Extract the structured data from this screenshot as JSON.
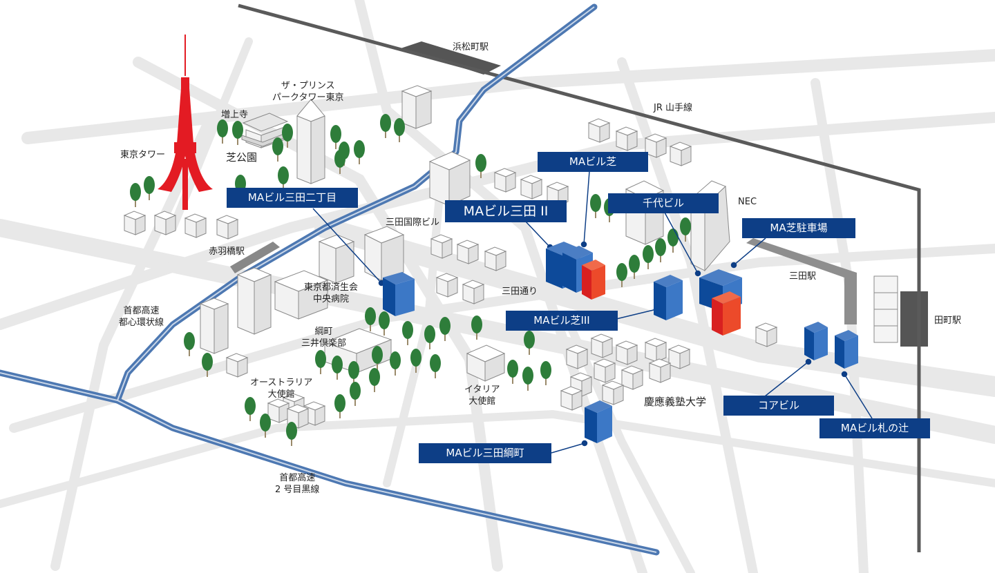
{
  "colors": {
    "road": "#e8e8e8",
    "expressway": "#4d78b2",
    "rail": "#555555",
    "tower": "#e31b23",
    "ma_building": "#0d4a9a",
    "ma_building_new": "#e0252a",
    "tag": "#0d3e86",
    "tree": "#2e7d3a"
  },
  "places": {
    "hamamatsucho_station": "浜松町駅",
    "jr_yamanote": "JR 山手線",
    "prince_park_tower": "ザ・プリンス\nパークタワー東京",
    "zojoji": "増上寺",
    "shiba_park": "芝公園",
    "tokyo_tower": "東京タワー",
    "akabanebashi_station": "赤羽橋駅",
    "mita_kokusai": "三田国際ビル",
    "nec": "NEC",
    "saiseikai_hospital": "東京都済生会\n中央病院",
    "mita_dori": "三田通り",
    "mita_station": "三田駅",
    "tamachi_station": "田町駅",
    "expressway_loop": "首都高速\n都心環状線",
    "tsunamachi_club": "綱町\n三井倶楽部",
    "australia_embassy": "オーストラリア\n大使館",
    "italy_embassy": "イタリア\n大使館",
    "keio_university": "慶應義塾大学",
    "expressway_meguro": "首都高速\n2 号目黒線"
  },
  "tags": {
    "ma_shiba": "MAビル芝",
    "ma_mita_nichome": "MAビル三田二丁目",
    "ma_mita_2": "MAビル三田 II",
    "chiyoda_bldg": "千代ビル",
    "ma_shiba_parking": "MA芝駐車場",
    "ma_shiba_3": "MAビル芝III",
    "core_bldg": "コアビル",
    "ma_fudanotsuji": "MAビル札の辻",
    "ma_mita_tsunamachi": "MAビル三田綱町"
  }
}
